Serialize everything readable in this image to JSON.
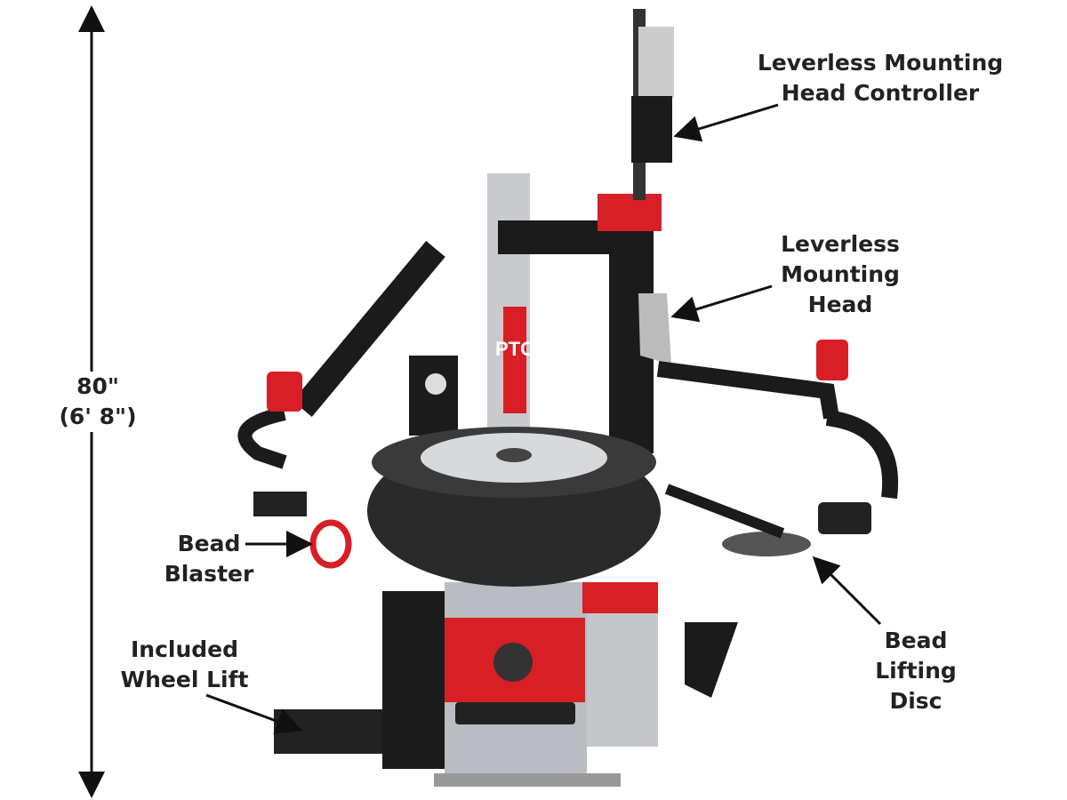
{
  "dimension": {
    "line1": "80\"",
    "line2": "(6' 8\")"
  },
  "callouts": {
    "controller": {
      "line1": "Leverless Mounting",
      "line2": "Head Controller"
    },
    "head": {
      "line1": "Leverless",
      "line2": "Mounting",
      "line3": "Head"
    },
    "blaster": {
      "line1": "Bead",
      "line2": "Blaster"
    },
    "wheel_lift": {
      "line1": "Included",
      "line2": "Wheel Lift"
    },
    "disc": {
      "line1": "Bead",
      "line2": "Lifting",
      "line3": "Disc"
    }
  },
  "machine": {
    "column_text": "PTC"
  },
  "colors": {
    "red": "#d81f26",
    "black": "#1b1b1b",
    "gray": "#b9bcc0"
  }
}
